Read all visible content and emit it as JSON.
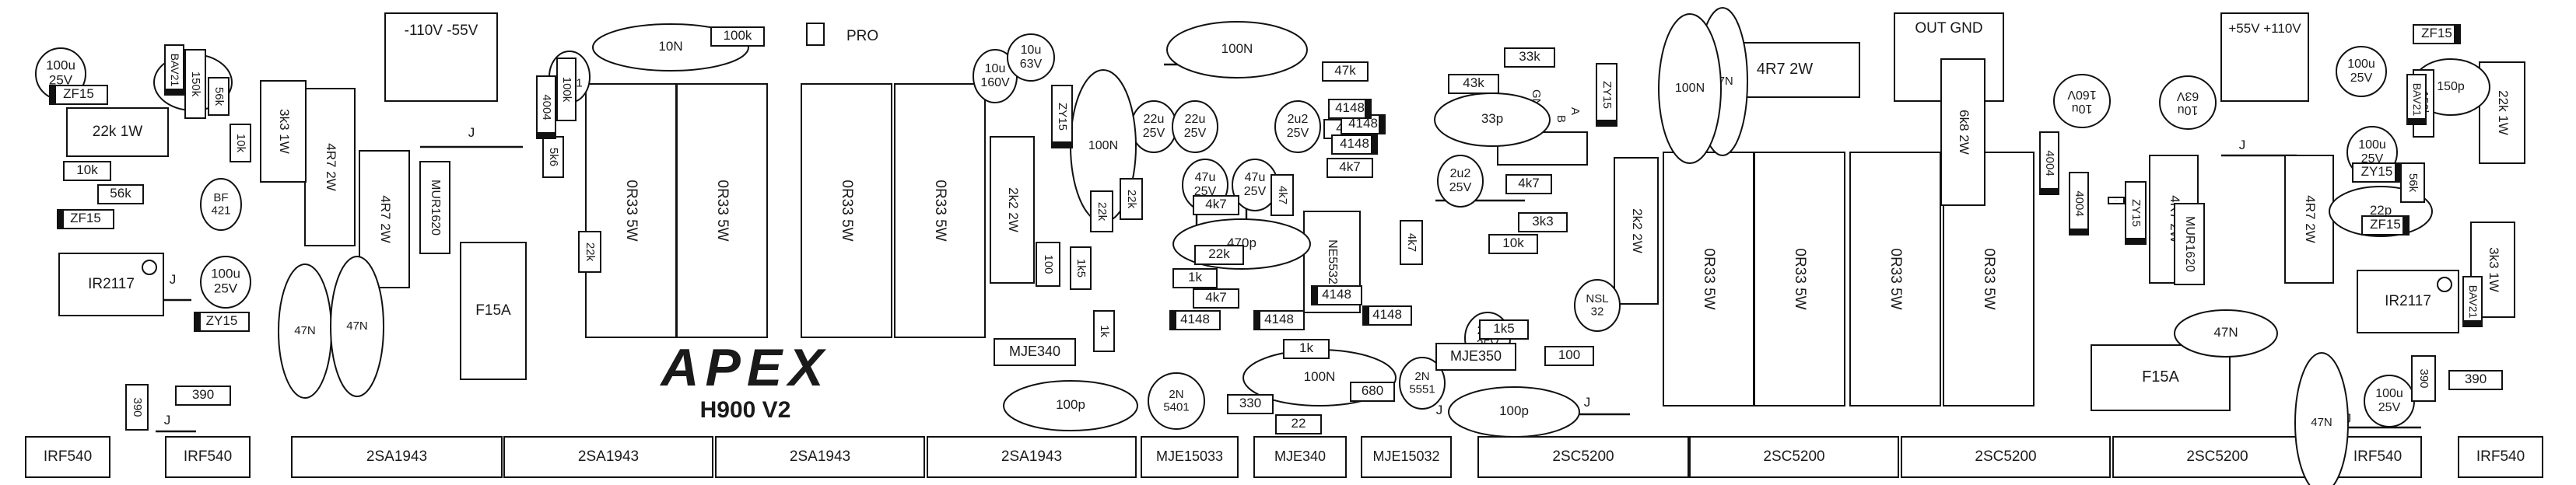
{
  "board": {
    "logo": "APEX",
    "model": "H900 V2",
    "supplies": [
      "-110V  -55V",
      "+55V +110V"
    ],
    "output_gnd": "OUT GND",
    "pro_label": "PRO",
    "gnd_label": "GND",
    "a_label": "A",
    "b_label": "B",
    "jumper_label": "J"
  },
  "parts": [
    {
      "label": "IRF540",
      "kind": "transistor"
    },
    {
      "label": "IRF540",
      "kind": "transistor"
    },
    {
      "label": "2SA1943",
      "kind": "transistor"
    },
    {
      "label": "2SA1943",
      "kind": "transistor"
    },
    {
      "label": "2SA1943",
      "kind": "transistor"
    },
    {
      "label": "2SA1943",
      "kind": "transistor"
    },
    {
      "label": "MJE15033",
      "kind": "transistor"
    },
    {
      "label": "MJE340",
      "kind": "transistor"
    },
    {
      "label": "MJE15032",
      "kind": "transistor"
    },
    {
      "label": "2SC5200",
      "kind": "transistor"
    },
    {
      "label": "2SC5200",
      "kind": "transistor"
    },
    {
      "label": "2SC5200",
      "kind": "transistor"
    },
    {
      "label": "2SC5200",
      "kind": "transistor"
    },
    {
      "label": "IRF540",
      "kind": "transistor"
    },
    {
      "label": "IRF540",
      "kind": "transistor"
    },
    {
      "label": "0R33 5W",
      "kind": "resistor"
    },
    {
      "label": "0R33 5W",
      "kind": "resistor"
    },
    {
      "label": "0R33 5W",
      "kind": "resistor"
    },
    {
      "label": "0R33 5W",
      "kind": "resistor"
    },
    {
      "label": "0R33 5W",
      "kind": "resistor"
    },
    {
      "label": "0R33 5W",
      "kind": "resistor"
    },
    {
      "label": "0R33 5W",
      "kind": "resistor"
    },
    {
      "label": "0R33 5W",
      "kind": "resistor"
    },
    {
      "label": "F15A",
      "kind": "fuse"
    },
    {
      "label": "F15A",
      "kind": "fuse"
    },
    {
      "label": "4R7 2W",
      "kind": "resistor"
    },
    {
      "label": "4R7 2W",
      "kind": "resistor"
    },
    {
      "label": "4R7 2W",
      "kind": "resistor"
    },
    {
      "label": "4R7 2W",
      "kind": "resistor"
    },
    {
      "label": "4R7 2W",
      "kind": "resistor"
    },
    {
      "label": "3k3 1W",
      "kind": "resistor"
    },
    {
      "label": "3k3 1W",
      "kind": "resistor"
    },
    {
      "label": "22k 1W",
      "kind": "resistor"
    },
    {
      "label": "22k 1W",
      "kind": "resistor"
    },
    {
      "label": "MUR1620",
      "kind": "diode"
    },
    {
      "label": "MUR1620",
      "kind": "diode"
    },
    {
      "label": "2k2 2W",
      "kind": "resistor"
    },
    {
      "label": "2k2 2W",
      "kind": "resistor"
    },
    {
      "label": "6k8 2W",
      "kind": "resistor"
    },
    {
      "label": "IR2117",
      "kind": "ic"
    },
    {
      "label": "IR2117",
      "kind": "ic"
    },
    {
      "label": "NE5532",
      "kind": "ic"
    },
    {
      "label": "100u\n25V",
      "kind": "capacitor"
    },
    {
      "label": "100u\n25V",
      "kind": "capacitor"
    },
    {
      "label": "100u\n25V",
      "kind": "capacitor"
    },
    {
      "label": "100u\n25V",
      "kind": "capacitor"
    },
    {
      "label": "100u\n25V",
      "kind": "capacitor"
    },
    {
      "label": "10u\n160V",
      "kind": "capacitor"
    },
    {
      "label": "10u\n160V",
      "kind": "capacitor"
    },
    {
      "label": "10u\n63V",
      "kind": "capacitor"
    },
    {
      "label": "10u\n63V",
      "kind": "capacitor"
    },
    {
      "label": "22u\n25V",
      "kind": "capacitor"
    },
    {
      "label": "22u\n25V",
      "kind": "capacitor"
    },
    {
      "label": "22u\n25V",
      "kind": "capacitor"
    },
    {
      "label": "2u2\n25V",
      "kind": "capacitor"
    },
    {
      "label": "2u2\n25V",
      "kind": "capacitor"
    },
    {
      "label": "47u\n25V",
      "kind": "capacitor"
    },
    {
      "label": "47u\n25V",
      "kind": "capacitor"
    },
    {
      "label": "2N\n5401",
      "kind": "transistor"
    },
    {
      "label": "2N\n5401",
      "kind": "transistor"
    },
    {
      "label": "2N\n5551",
      "kind": "transistor"
    },
    {
      "label": "NSL\n32",
      "kind": "transistor"
    },
    {
      "label": "BF\n421",
      "kind": "transistor"
    },
    {
      "label": "MJE340",
      "kind": "transistor"
    },
    {
      "label": "MJE350",
      "kind": "transistor"
    },
    {
      "label": "47N",
      "kind": "capacitor"
    },
    {
      "label": "47N",
      "kind": "capacitor"
    },
    {
      "label": "47N",
      "kind": "capacitor"
    },
    {
      "label": "47N",
      "kind": "capacitor"
    },
    {
      "label": "47N",
      "kind": "capacitor"
    },
    {
      "label": "100N",
      "kind": "capacitor"
    },
    {
      "label": "100N",
      "kind": "capacitor"
    },
    {
      "label": "100N",
      "kind": "capacitor"
    },
    {
      "label": "100N",
      "kind": "capacitor"
    },
    {
      "label": "10N",
      "kind": "capacitor"
    },
    {
      "label": "150p",
      "kind": "capacitor"
    },
    {
      "label": "150p",
      "kind": "capacitor"
    },
    {
      "label": "470p",
      "kind": "capacitor"
    },
    {
      "label": "100p",
      "kind": "capacitor"
    },
    {
      "label": "100p",
      "kind": "capacitor"
    },
    {
      "label": "33p",
      "kind": "capacitor"
    },
    {
      "label": "22p",
      "kind": "capacitor"
    },
    {
      "label": "100k",
      "kind": "resistor"
    },
    {
      "label": "100k",
      "kind": "resistor"
    },
    {
      "label": "150k",
      "kind": "resistor"
    },
    {
      "label": "150k",
      "kind": "resistor"
    },
    {
      "label": "56k",
      "kind": "resistor"
    },
    {
      "label": "56k",
      "kind": "resistor"
    },
    {
      "label": "56k",
      "kind": "resistor"
    },
    {
      "label": "47k",
      "kind": "resistor"
    },
    {
      "label": "43k",
      "kind": "resistor"
    },
    {
      "label": "33k",
      "kind": "resistor"
    },
    {
      "label": "22k",
      "kind": "resistor"
    },
    {
      "label": "22k",
      "kind": "resistor"
    },
    {
      "label": "22k",
      "kind": "resistor"
    },
    {
      "label": "22k",
      "kind": "resistor"
    },
    {
      "label": "10k",
      "kind": "resistor"
    },
    {
      "label": "10k",
      "kind": "resistor"
    },
    {
      "label": "10k",
      "kind": "resistor"
    },
    {
      "label": "5k6",
      "kind": "resistor"
    },
    {
      "label": "4k7",
      "kind": "resistor"
    },
    {
      "label": "4k7",
      "kind": "resistor"
    },
    {
      "label": "4k7",
      "kind": "resistor"
    },
    {
      "label": "4k7",
      "kind": "resistor"
    },
    {
      "label": "4k7",
      "kind": "resistor"
    },
    {
      "label": "4k7",
      "kind": "resistor"
    },
    {
      "label": "4k7",
      "kind": "resistor"
    },
    {
      "label": "3k3",
      "kind": "resistor"
    },
    {
      "label": "1k5",
      "kind": "resistor"
    },
    {
      "label": "1k5",
      "kind": "resistor"
    },
    {
      "label": "1k",
      "kind": "resistor"
    },
    {
      "label": "1k",
      "kind": "resistor"
    },
    {
      "label": "1k",
      "kind": "resistor"
    },
    {
      "label": "680",
      "kind": "resistor"
    },
    {
      "label": "390",
      "kind": "resistor"
    },
    {
      "label": "390",
      "kind": "resistor"
    },
    {
      "label": "390",
      "kind": "resistor"
    },
    {
      "label": "390",
      "kind": "resistor"
    },
    {
      "label": "330",
      "kind": "resistor"
    },
    {
      "label": "100",
      "kind": "resistor"
    },
    {
      "label": "100",
      "kind": "resistor"
    },
    {
      "label": "22",
      "kind": "resistor"
    },
    {
      "label": "4148",
      "kind": "diode"
    },
    {
      "label": "4148",
      "kind": "diode"
    },
    {
      "label": "4148",
      "kind": "diode"
    },
    {
      "label": "4148",
      "kind": "diode"
    },
    {
      "label": "4148",
      "kind": "diode"
    },
    {
      "label": "4148",
      "kind": "diode"
    },
    {
      "label": "4148",
      "kind": "diode"
    },
    {
      "label": "4004",
      "kind": "diode"
    },
    {
      "label": "4004",
      "kind": "diode"
    },
    {
      "label": "4004",
      "kind": "diode"
    },
    {
      "label": "ZF15",
      "kind": "diode"
    },
    {
      "label": "ZF15",
      "kind": "diode"
    },
    {
      "label": "ZF15",
      "kind": "diode"
    },
    {
      "label": "ZF15",
      "kind": "diode"
    },
    {
      "label": "ZY15",
      "kind": "diode"
    },
    {
      "label": "ZY15",
      "kind": "diode"
    },
    {
      "label": "ZY15",
      "kind": "diode"
    },
    {
      "label": "ZY15",
      "kind": "diode"
    },
    {
      "label": "ZY15",
      "kind": "diode"
    },
    {
      "label": "BAV21",
      "kind": "diode"
    },
    {
      "label": "BAV21",
      "kind": "diode"
    },
    {
      "label": "BAV21",
      "kind": "diode"
    },
    {
      "label": "BAV21",
      "kind": "diode"
    }
  ]
}
